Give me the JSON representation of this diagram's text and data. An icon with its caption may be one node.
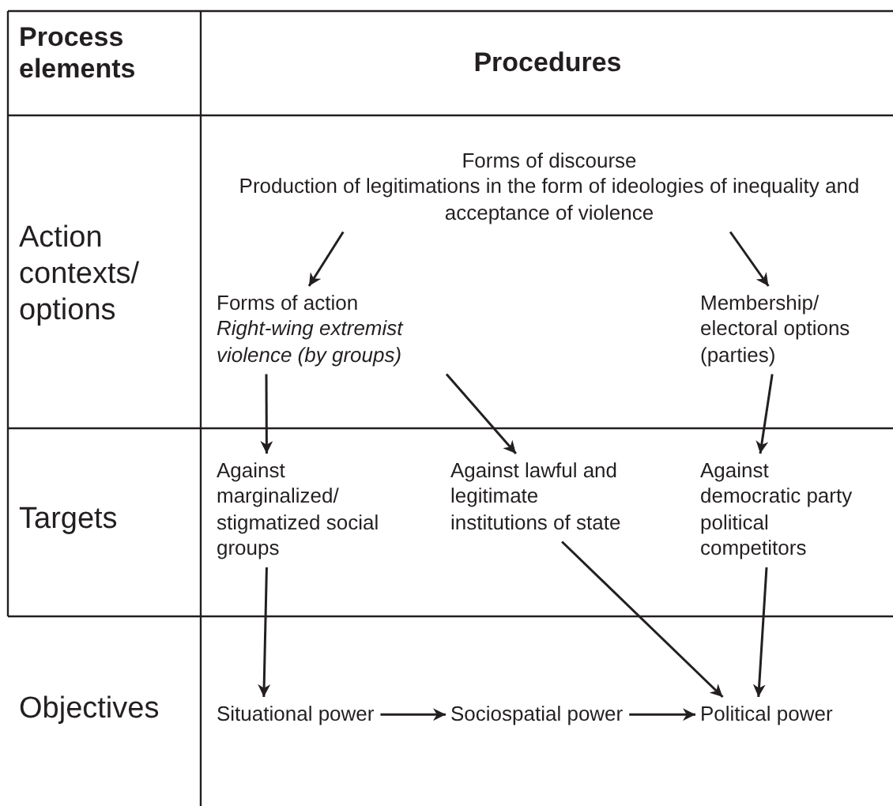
{
  "diagram": {
    "nodes": [
      {
        "text": [
          "Forms of discourse",
          "Production of legitimations in the form of ideologies of inequality and acceptance of violence"
        ]
      },
      {
        "text": [
          "Forms of action",
          "Right-wing extremist violence (by groups)"
        ]
      },
      {
        "text": [
          "Membership/ electoral options (parties)"
        ]
      },
      {
        "text": [
          "Against marginalized/ stigmatized social groups"
        ]
      },
      {
        "text": [
          "Against lawful and legitimate institutions of state"
        ]
      },
      {
        "text": [
          "Against democratic party political competitors"
        ]
      },
      {
        "text": [
          "Situational power"
        ]
      },
      {
        "text": [
          "Sociospatial power"
        ]
      },
      {
        "text": [
          "Political power"
        ]
      }
    ],
    "edges": [
      {
        "from": 0,
        "to": 1,
        "arrow": "to"
      },
      {
        "from": 0,
        "to": 2,
        "arrow": "to"
      },
      {
        "from": 1,
        "to": 3,
        "arrow": "to"
      },
      {
        "from": 1,
        "to": 4,
        "arrow": "to"
      },
      {
        "from": 2,
        "to": 5,
        "arrow": "to"
      },
      {
        "from": 3,
        "to": 6,
        "arrow": "to"
      },
      {
        "from": 4,
        "to": 8,
        "arrow": "to"
      },
      {
        "from": 5,
        "to": 8,
        "arrow": "to"
      },
      {
        "from": 6,
        "to": 7,
        "arrow": "to"
      },
      {
        "from": 7,
        "to": 8,
        "arrow": "to"
      }
    ],
    "labels": [
      "Process elements",
      "Procedures",
      "Action contexts/ options",
      "Targets",
      "Objectives"
    ]
  }
}
